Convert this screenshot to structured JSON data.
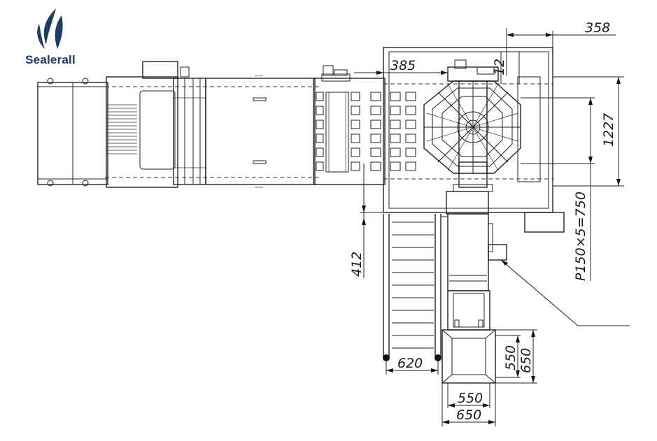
{
  "brand": {
    "name": "Sealerall",
    "logo_icon": "leaf-flame-icon",
    "logo_color": "#1c3d66"
  },
  "dimensions": {
    "d358": "358",
    "d385": "385",
    "d12": "12",
    "d1227": "1227",
    "pitch": "P150×5=750",
    "d412": "412",
    "d620": "620",
    "d550_h_top": "550",
    "d650_h_bottom": "650",
    "d550_v": "550",
    "d650_v": "650"
  },
  "colors": {
    "line": "#222222",
    "background": "#ffffff"
  }
}
